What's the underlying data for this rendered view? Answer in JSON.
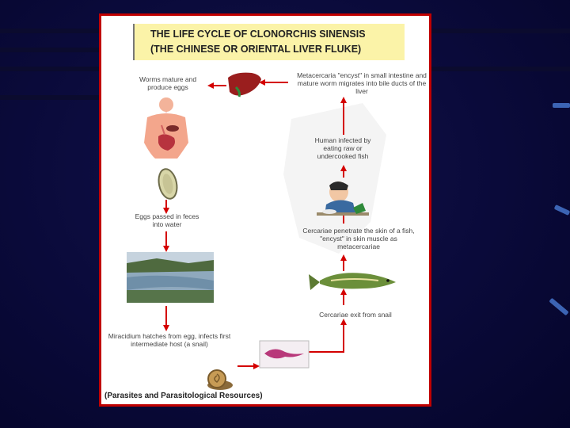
{
  "title": {
    "line1": "THE LIFE CYCLE OF CLONORCHIS SINENSIS",
    "line2": "(THE CHINESE OR ORIENTAL LIVER FLUKE)"
  },
  "stages": {
    "worms": "Worms mature and produce eggs",
    "metacercaria": "Metacercaria \"encyst\" in small intestine and mature worm migrates into bile ducts of the liver",
    "human_infected": "Human infected by eating raw or undercooked fish",
    "eggs": "Eggs passed in feces into water",
    "cercariae_penetrate": "Cercariae penetrate the skin of a fish, \"encyst\" in skin muscle as metacercariae",
    "cercariae_exit": "Cercariae exit from snail",
    "miracidium": "Miracidium hatches from egg, infects first intermediate host (a snail)"
  },
  "credit": "(Parasites and Parasitological Resources)",
  "icons": [
    "liver-icon",
    "human-torso-icon",
    "egg-icon",
    "river-photo",
    "person-eating-icon",
    "fish-icon",
    "cercaria-icon",
    "snail-icon"
  ],
  "colors": {
    "frame": "#c00000",
    "title_bg": "#fbf3a8",
    "arrow": "#d40000",
    "background": "#0a0a3a"
  }
}
